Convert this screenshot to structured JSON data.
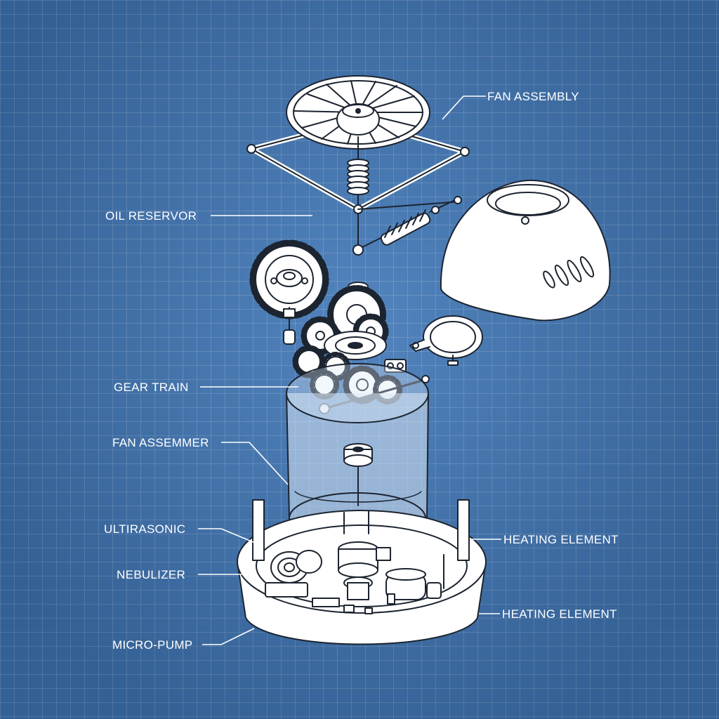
{
  "labels": {
    "fan_assembly": "FAN ASSEMBLY",
    "oil_reservoir": "OIL RESERVOR",
    "gear_train": "GEAR TRAIN",
    "fan_assemmer": "FAN ASSEMMER",
    "ultrasonic": "ULTIRASONIC",
    "nebulizer": "NEBULIZER",
    "micro_pump": "MICRO-PUMP",
    "heating_element_upper": "HEATING ELEMENT",
    "heating_element_lower": "HEATING ELEMENT"
  },
  "colors": {
    "background": "#3f76b6",
    "grid": "#ffffff",
    "line_art": "#1c2430",
    "fill": "#ffffff",
    "glass": "#dbe8f6"
  }
}
